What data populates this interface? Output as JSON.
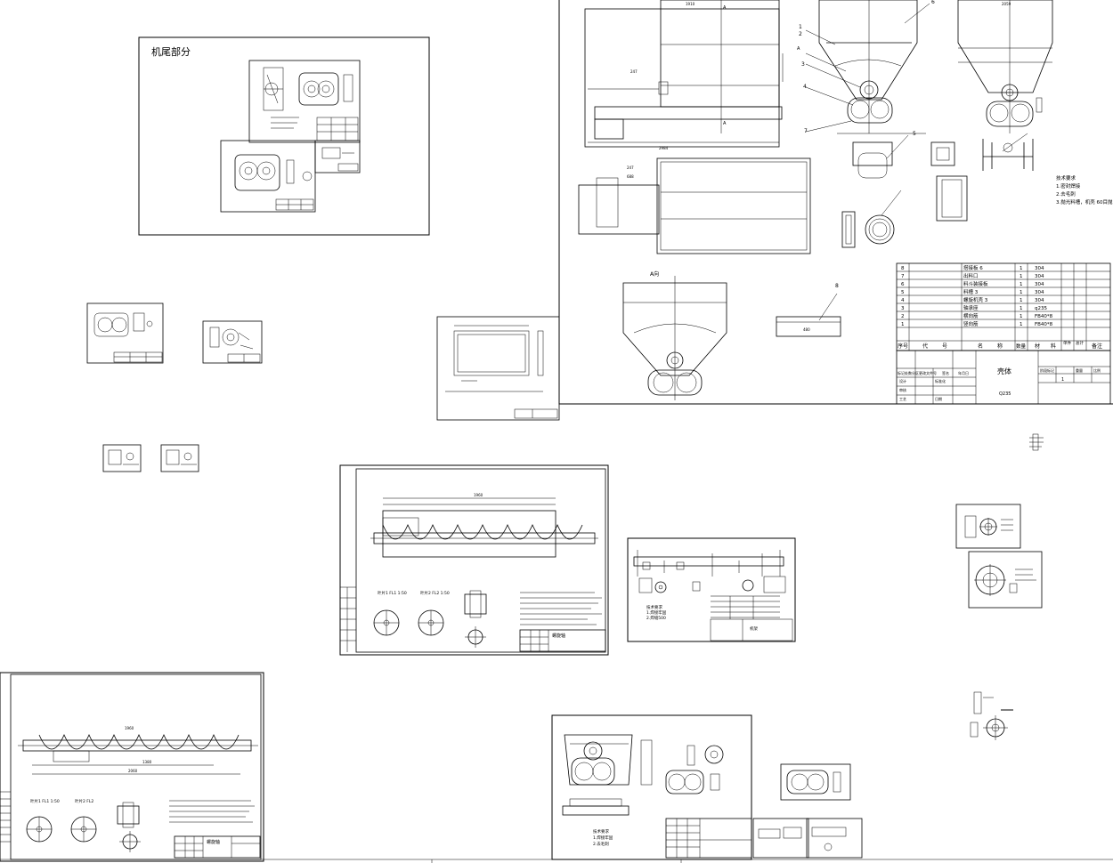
{
  "sheet": {
    "tail_section_title": "机尾部分"
  },
  "shell_drawing": {
    "section_label": "A向",
    "tech_requirements": [
      "技术要求",
      "1.密封焊接",
      "2.去毛刺",
      "3.抛光料槽，机壳 60目抛"
    ],
    "bom_rows": [
      {
        "no": "8",
        "name": "搭接板 6",
        "qty": "1",
        "material": "304"
      },
      {
        "no": "7",
        "name": "出料口",
        "qty": "1",
        "material": "304"
      },
      {
        "no": "6",
        "name": "料斗装接板",
        "qty": "1",
        "material": "304"
      },
      {
        "no": "5",
        "name": "料槽 3",
        "qty": "1",
        "material": "304"
      },
      {
        "no": "4",
        "name": "螺旋机壳 3",
        "qty": "1",
        "material": "304"
      },
      {
        "no": "3",
        "name": "轴承座",
        "qty": "1",
        "material": "q235"
      },
      {
        "no": "2",
        "name": "横向筋",
        "qty": "1",
        "material": "FB40*8"
      },
      {
        "no": "1",
        "name": "竖向筋",
        "qty": "1",
        "material": "FB40*8"
      }
    ],
    "bom_header": [
      "序号",
      "代",
      "号",
      "名",
      "称",
      "数量",
      "材",
      "料",
      "单件",
      "总计",
      "备注"
    ],
    "title": "壳体",
    "material_spec": "Q235",
    "title_block_labels": [
      "标记",
      "处数",
      "分区",
      "更改文件号",
      "签名",
      "年月日",
      "设计",
      "标准化",
      "审核",
      "工艺",
      "批准",
      "日期",
      "阶段标记",
      "重量",
      "比例"
    ],
    "scale": "1",
    "balloons": [
      "1",
      "2",
      "3",
      "4",
      "5",
      "6",
      "7",
      "8"
    ]
  },
  "screw_drawing_center": {
    "title": "螺旋轴",
    "notes_lines": 9,
    "section_labels": [
      "叶片1 FL1 1:50",
      "叶片2 FL2 1:50"
    ]
  },
  "screw_drawing_bottom": {
    "title": "螺旋轴",
    "section_labels": [
      "叶片1 FL1 1:50",
      "叶片2 FL2"
    ]
  },
  "frame_drawing": {
    "notes": [
      "技术要求",
      "1.焊接牢固",
      "2.焊缝500"
    ],
    "title": "机架"
  },
  "tail_drawing": {
    "notes": [
      "技术要求",
      "1.焊接牢固",
      "2.去毛刺"
    ]
  }
}
